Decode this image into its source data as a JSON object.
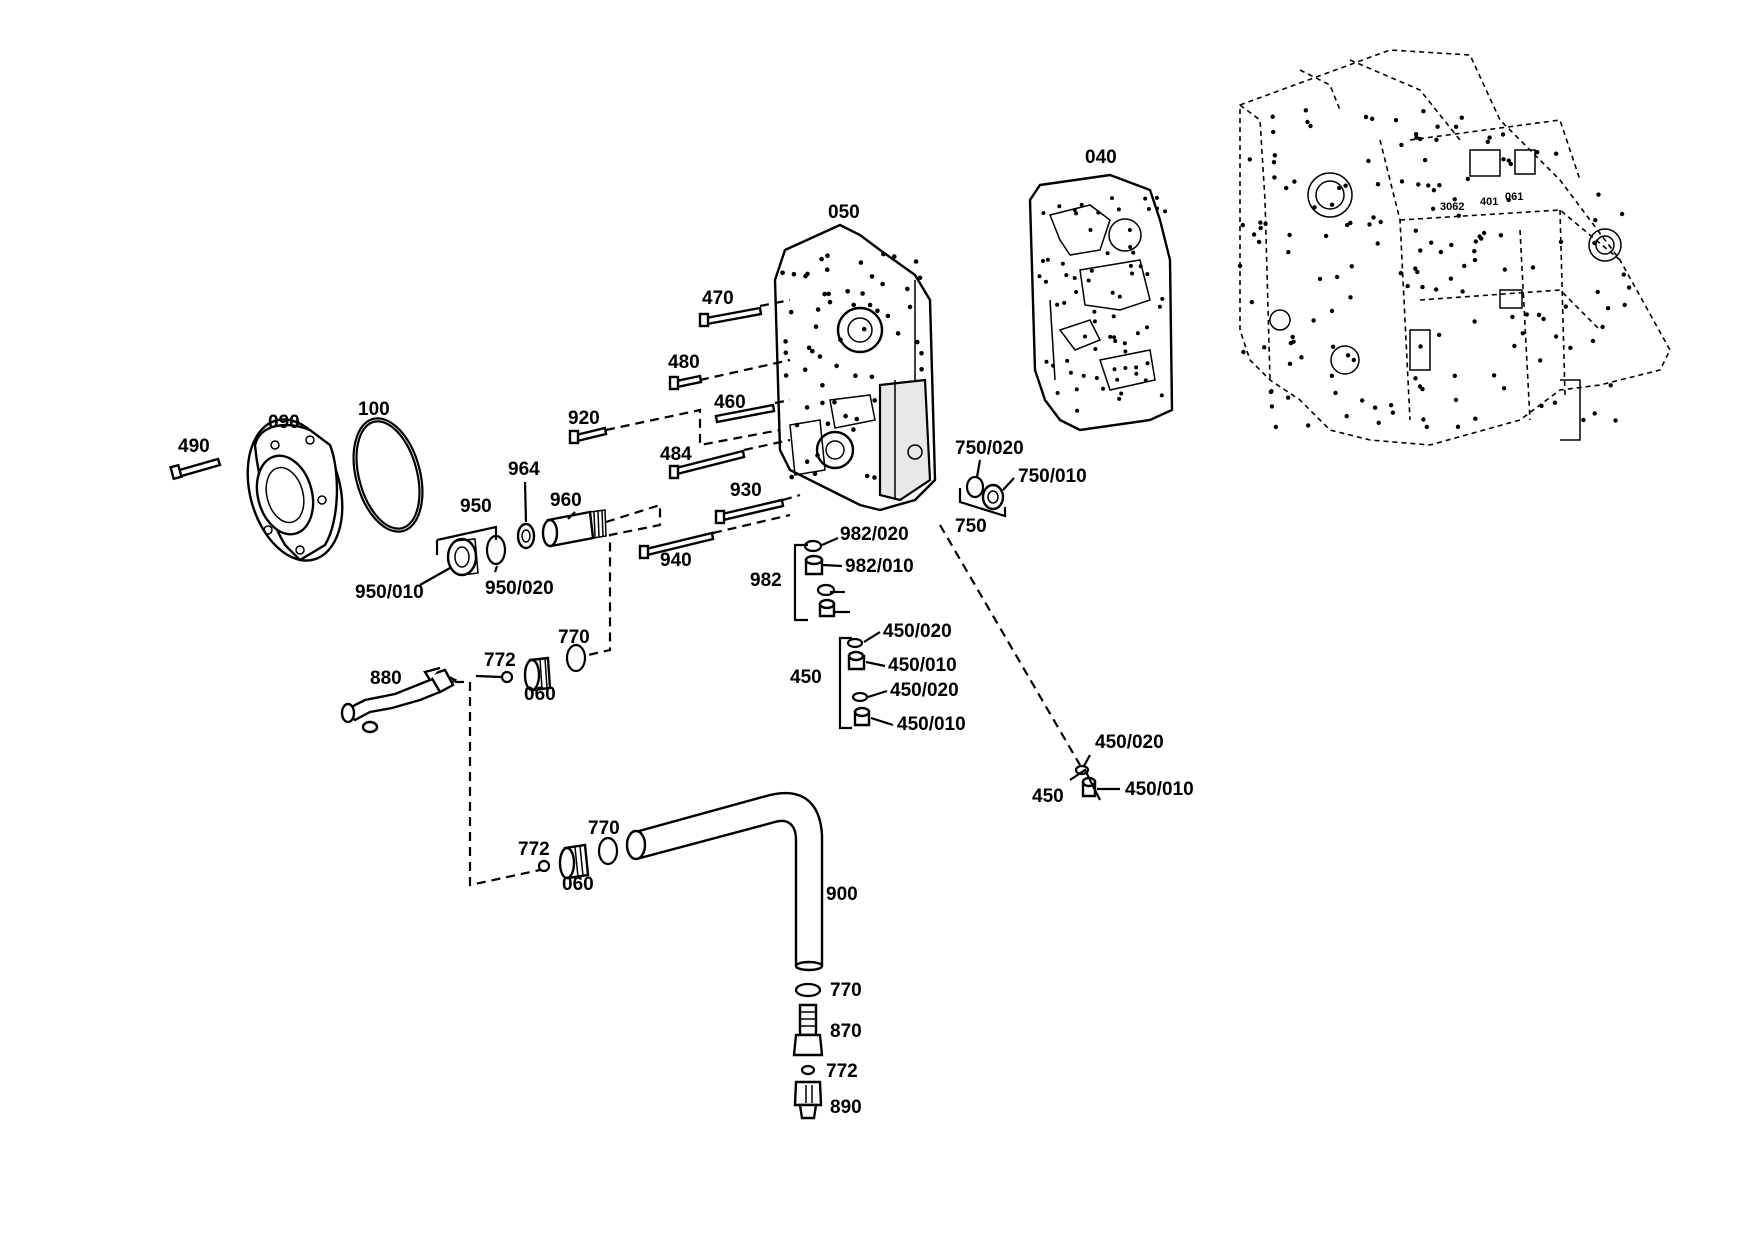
{
  "diagram": {
    "type": "exploded parts diagram",
    "labels": {
      "p040": "040",
      "p050": "050",
      "p090": "090",
      "p100": "100",
      "p490": "490",
      "p470": "470",
      "p480": "480",
      "p460": "460",
      "p920": "920",
      "p484": "484",
      "p930": "930",
      "p940": "940",
      "p964": "964",
      "p960": "960",
      "p950": "950",
      "p950_010": "950/010",
      "p950_020": "950/020",
      "p750_020": "750/020",
      "p750_010": "750/010",
      "p750": "750",
      "p982_020": "982/020",
      "p982_010": "982/010",
      "p982": "982",
      "p450_020_a": "450/020",
      "p450_010_a": "450/010",
      "p450_020_b": "450/020",
      "p450_010_b": "450/010",
      "p450_a": "450",
      "p450_020_c": "450/020",
      "p450_010_c": "450/010",
      "p450_b": "450",
      "p880": "880",
      "p772_a": "772",
      "p060_a": "060",
      "p770_a": "770",
      "p772_b": "772",
      "p060_b": "060",
      "p770_b": "770",
      "p900": "900",
      "p770_c": "770",
      "p870": "870",
      "p772_c": "772",
      "p890": "890"
    },
    "housing_stamp": [
      "3062",
      "401",
      "061"
    ]
  }
}
